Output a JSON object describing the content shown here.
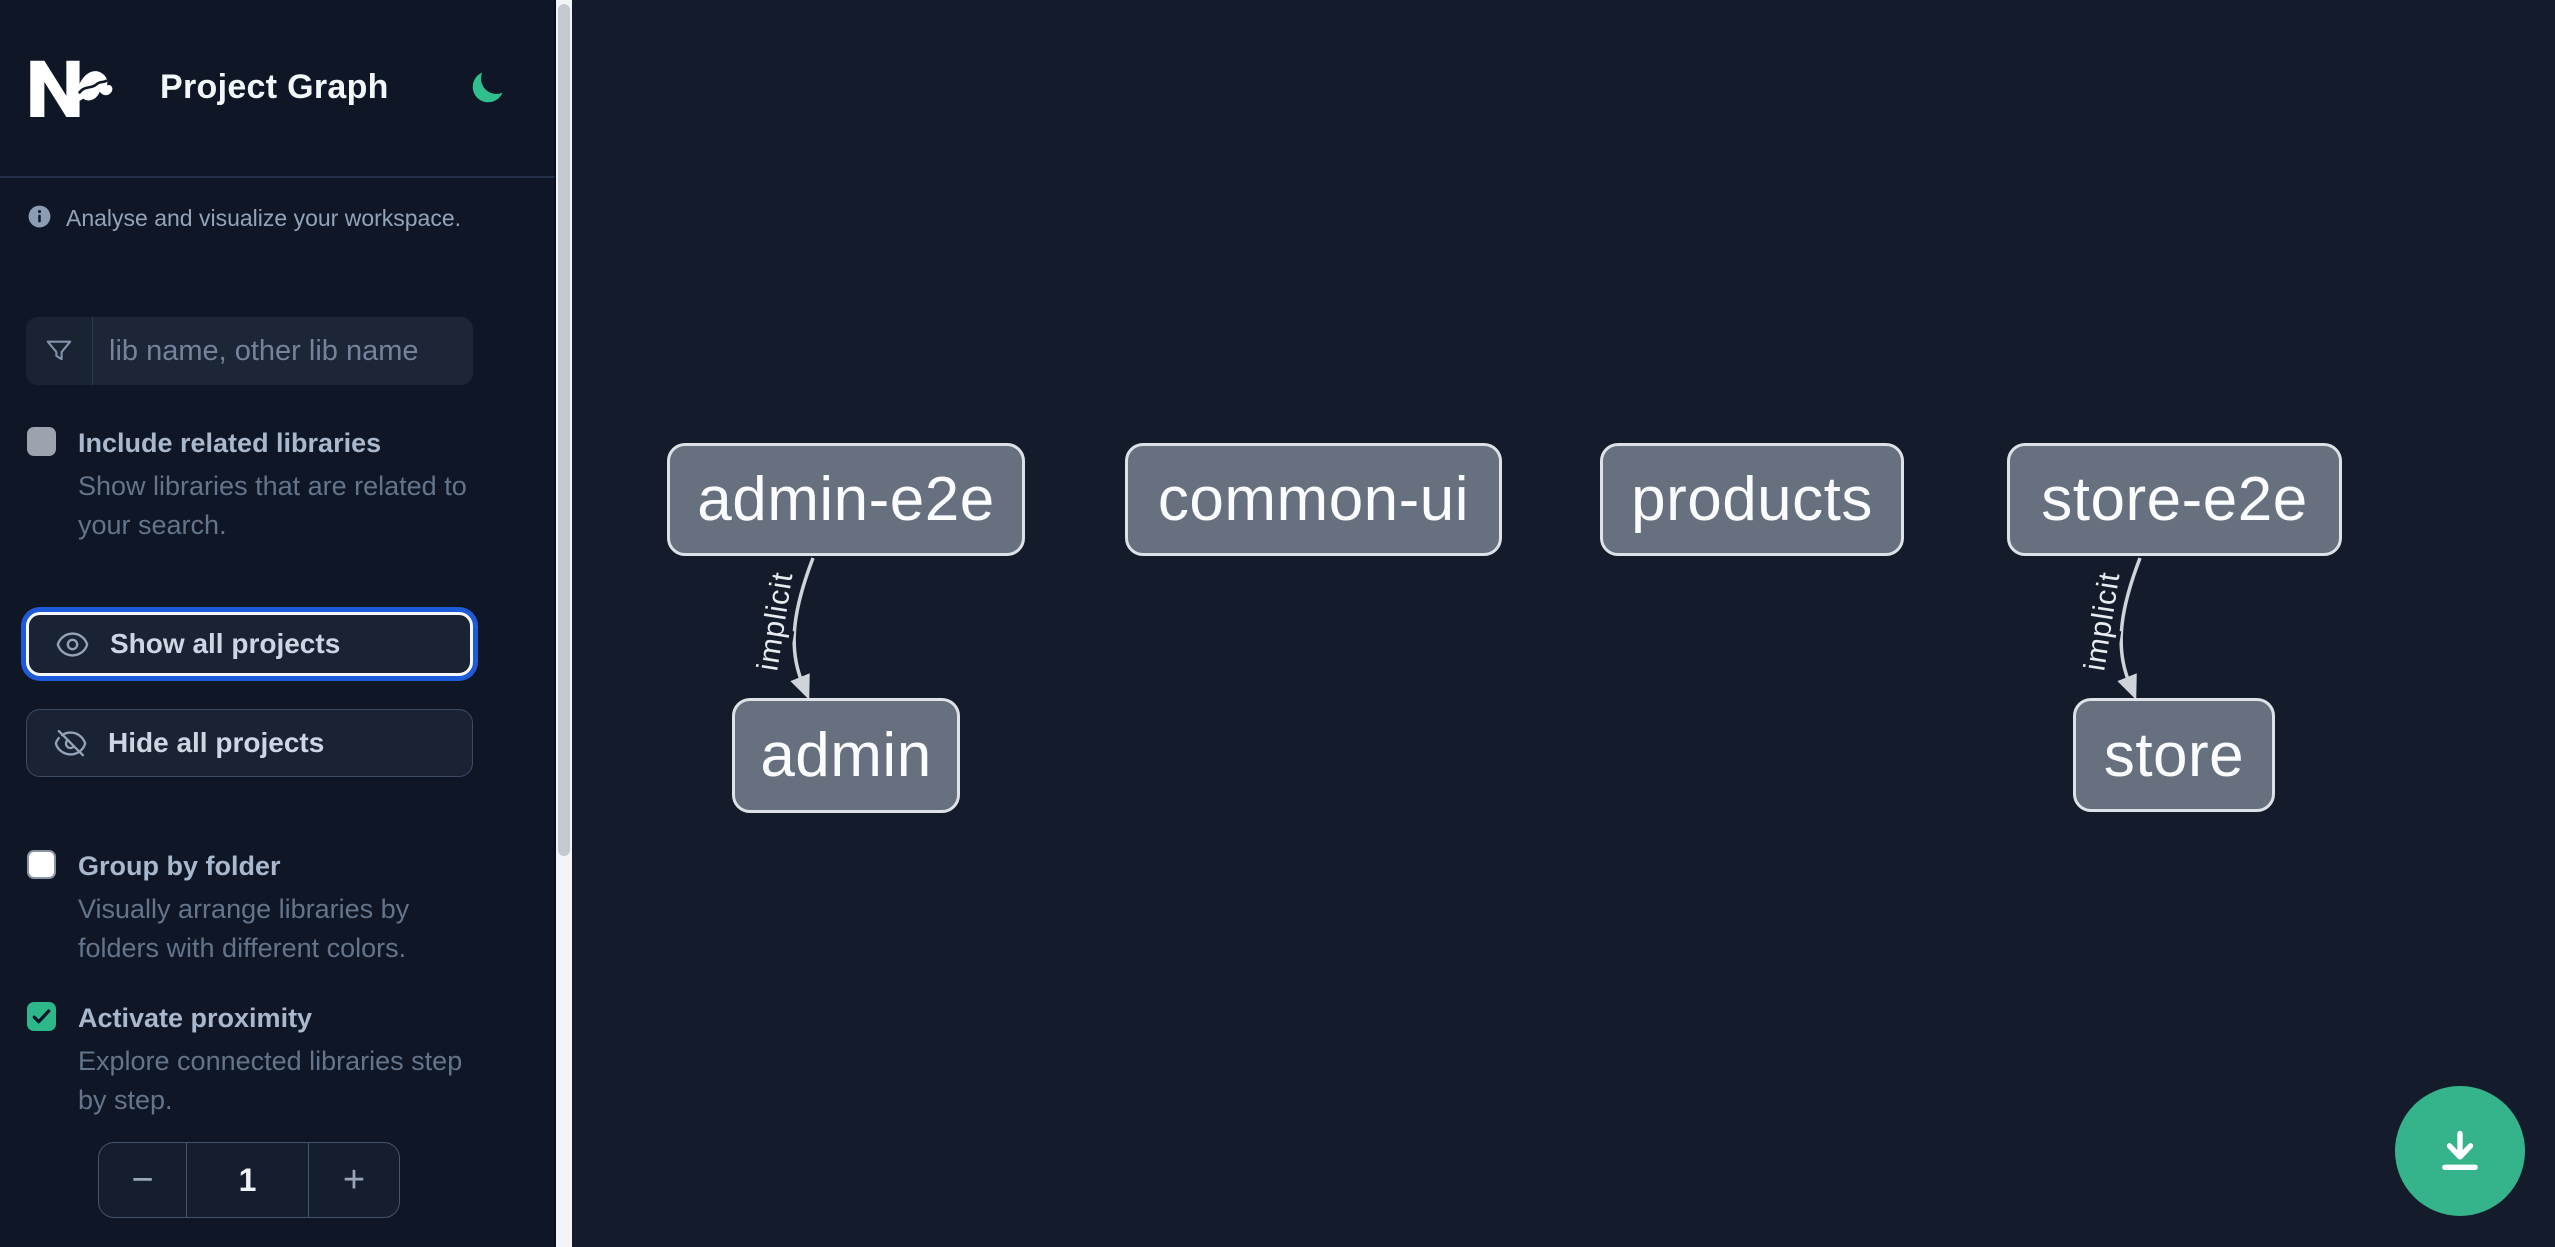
{
  "header": {
    "title": "Project Graph"
  },
  "sidebar": {
    "tagline": "Analyse and visualize your workspace.",
    "search": {
      "placeholder": "lib name, other lib name"
    },
    "options": {
      "include_related": {
        "label": "Include related libraries",
        "description": "Show libraries that are related to your search.",
        "checked": false
      },
      "group_by_folder": {
        "label": "Group by folder",
        "description": "Visually arrange libraries by folders with different colors.",
        "checked": false
      },
      "activate_proximity": {
        "label": "Activate proximity",
        "description": "Explore connected libraries step by step.",
        "checked": true
      }
    },
    "buttons": {
      "show_all": "Show all projects",
      "hide_all": "Hide all projects"
    },
    "stepper": {
      "decrement": "−",
      "value": "1",
      "increment": "+"
    }
  },
  "graph": {
    "nodes": [
      {
        "label": "admin-e2e"
      },
      {
        "label": "common-ui"
      },
      {
        "label": "products"
      },
      {
        "label": "store-e2e"
      },
      {
        "label": "admin"
      },
      {
        "label": "store"
      }
    ],
    "edges": [
      {
        "source": "admin-e2e",
        "target": "admin",
        "label": "implicit"
      },
      {
        "source": "store-e2e",
        "target": "store",
        "label": "implicit"
      }
    ]
  },
  "colors": {
    "accent_green": "#35b48c",
    "focus_blue": "#1d5bd8",
    "node_fill": "#67707e",
    "node_border": "#dde2e9",
    "edge": "#cfd4db",
    "sidebar_bg": "#0f1726",
    "canvas_bg": "#141b2a"
  }
}
